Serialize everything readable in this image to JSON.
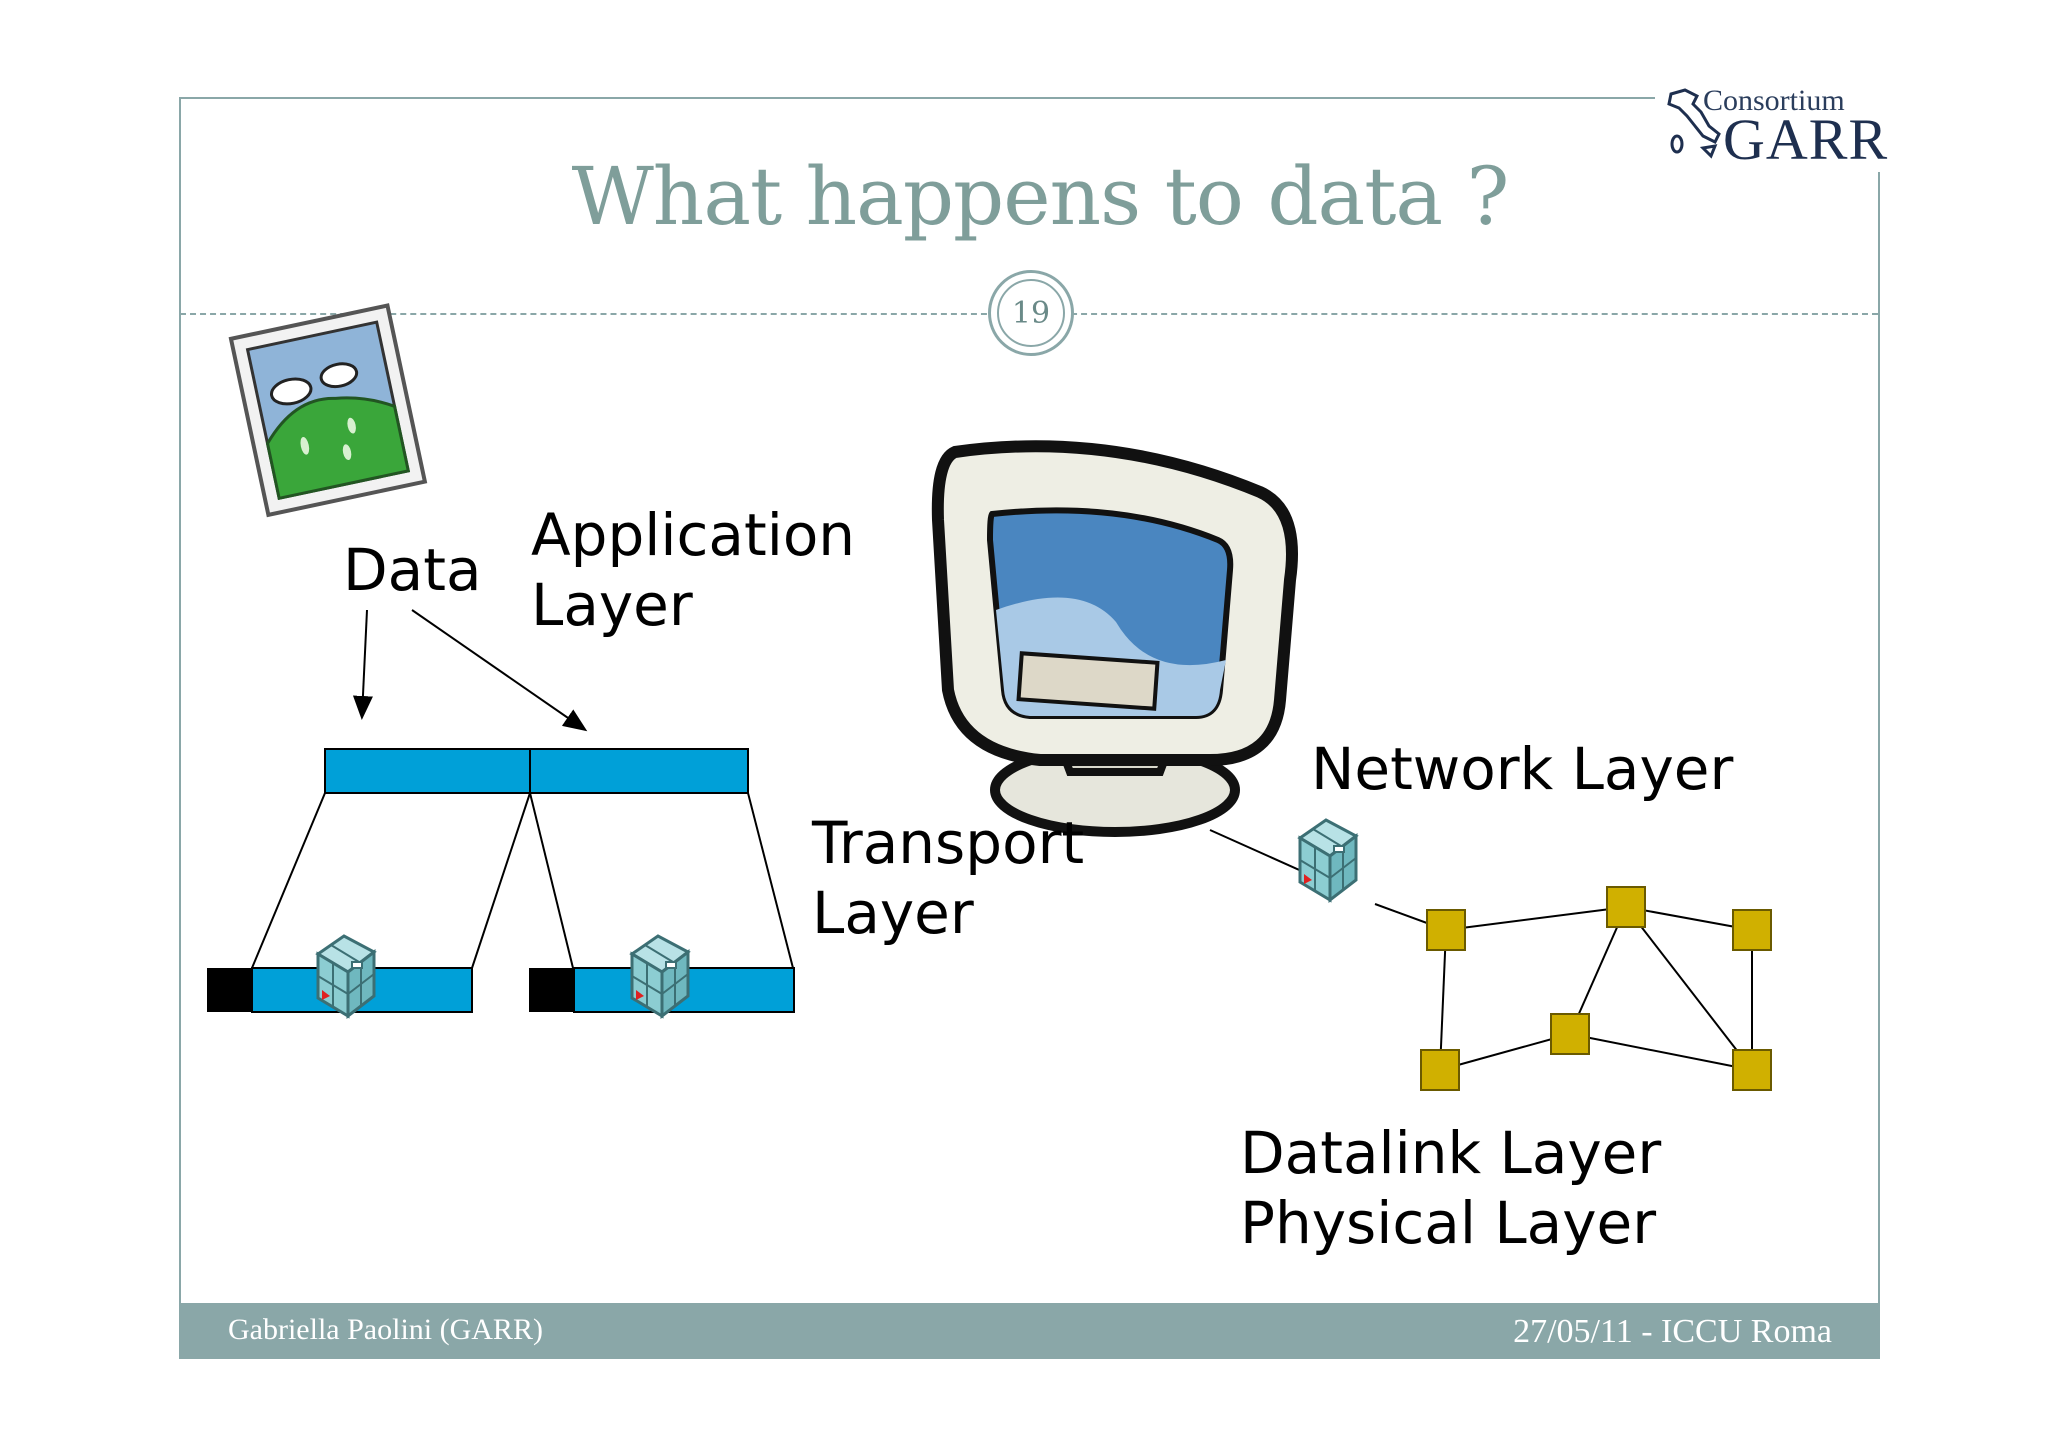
{
  "slide": {
    "title": "What happens to data ?",
    "page_number": "19"
  },
  "logo": {
    "line1": "Consortium",
    "line2": "GARR"
  },
  "labels": {
    "data": "Data",
    "application": [
      "Application",
      "Layer"
    ],
    "transport": [
      "Transport",
      "Layer"
    ],
    "network": "Network Layer",
    "datalink": "Datalink Layer",
    "physical": "Physical Layer"
  },
  "footer": {
    "author": "Gabriella Paolini (GARR)",
    "date_event": "27/05/11 - ICCU Roma"
  },
  "colors": {
    "accent": "#8aa7a8",
    "title": "#7f9e9a",
    "segment_blue": "#00a0d8",
    "node_yellow": "#d0b000"
  },
  "icons": [
    "picture-icon",
    "computer-monitor-icon",
    "package-cube-icon"
  ]
}
